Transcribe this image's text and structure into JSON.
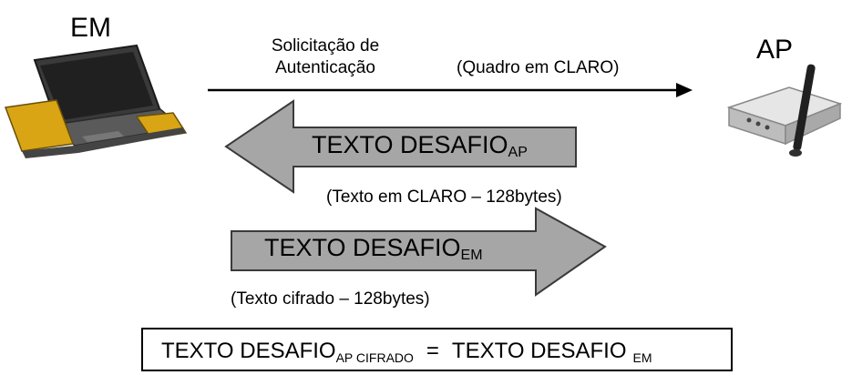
{
  "nodes": {
    "station": {
      "label": "EM",
      "icon": "laptop-icon"
    },
    "access_point": {
      "label": "AP",
      "icon": "wireless-router-icon"
    }
  },
  "messages": {
    "request": {
      "label_line1": "Solicitação de",
      "label_line2": "Autenticação",
      "note": "(Quadro em CLARO)"
    },
    "challenge_ap": {
      "text": "TEXTO DESAFIO",
      "sub": "AP",
      "note": "(Texto em CLARO – 128bytes)",
      "fill": "#a6a6a6"
    },
    "challenge_em": {
      "text": "TEXTO DESAFIO",
      "sub": "EM",
      "note": "(Texto cifrado – 128bytes)",
      "fill": "#a6a6a6"
    }
  },
  "equation": {
    "left_text": "TEXTO DESAFIO",
    "left_sub": "AP CIFRADO",
    "operator": "=",
    "right_text": "TEXTO DESAFIO",
    "right_sub": "EM"
  }
}
